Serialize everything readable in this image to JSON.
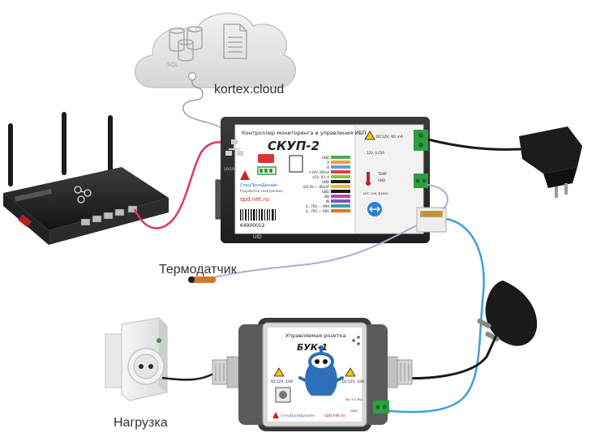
{
  "labels": {
    "cloud": "kortex.cloud",
    "sensor": "Термодатчик",
    "load": "Нагрузка"
  },
  "controller": {
    "title_line": "Контроллер мониторинга и управления ИБП",
    "model": "СКУП-2",
    "brand_line1": "СпецПромДизайн",
    "brand_line2": "Разработка электроники",
    "website": "spd.net.ru",
    "barcode_number": "64900012",
    "uid_label": "UID",
    "warning": "DC12V, 60 mA",
    "port_label": "10/100",
    "terminals": [
      "GND",
      "A",
      "B",
      "+10V, 60mA",
      "+5V, 0.1 A",
      "GND",
      "0/3.3V — RELAY",
      "GND",
      "NB",
      "IN",
      "0...70V — AN0",
      "0...70V — AN1"
    ],
    "right_terminals": [
      "TEMP",
      "GND"
    ],
    "power_spec": "12V, 0.05A",
    "ntc": "NTC 10K, B3950"
  },
  "socket": {
    "title_line": "Управляемая розетка",
    "model": "БУК-1",
    "rating_left": "DC12V, 10A",
    "rating_right": "DC12V, 10A",
    "brand": "СпецПромДизайн",
    "website": "spd.net.ru",
    "term_labels": [
      "IN (+3..6V)",
      "GND"
    ]
  },
  "colors": {
    "ethernet_cable": "#e0336f",
    "sensor_cable": "#b9a6d4",
    "control_cable": "#3fa0d8",
    "device_body": "#2b2b2b",
    "terminal_green": "#2e9e3e",
    "cable_black": "#1a1a1a"
  }
}
